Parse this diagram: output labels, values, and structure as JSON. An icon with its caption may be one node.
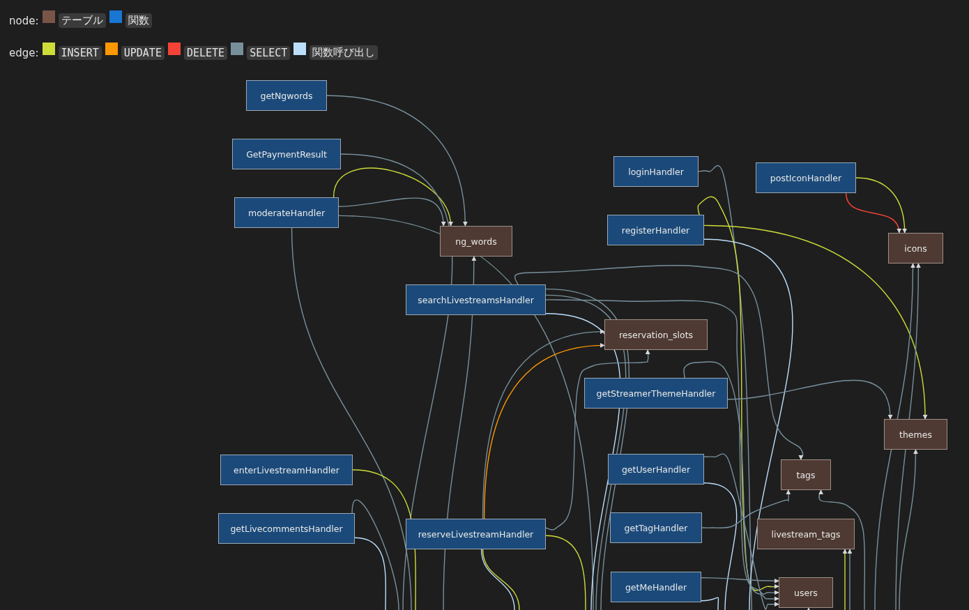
{
  "diagram": {
    "nodes": [
      {
        "text": [
          "getNgwords"
        ]
      },
      {
        "text": [
          "GetPaymentResult"
        ]
      },
      {
        "text": [
          "moderateHandler"
        ]
      },
      {
        "text": [
          "ng_words"
        ]
      },
      {
        "text": [
          "loginHandler"
        ]
      },
      {
        "text": [
          "postIconHandler"
        ]
      },
      {
        "text": [
          "registerHandler"
        ]
      },
      {
        "text": [
          "icons"
        ]
      },
      {
        "text": [
          "searchLivestreamsHandler"
        ]
      },
      {
        "text": [
          "reservation_slots"
        ]
      },
      {
        "text": [
          "getStreamerThemeHandler"
        ]
      },
      {
        "text": [
          "themes"
        ]
      },
      {
        "text": [
          "enterLivestreamHandler"
        ]
      },
      {
        "text": [
          "getUserHandler"
        ]
      },
      {
        "text": [
          "tags"
        ]
      },
      {
        "text": [
          "getLivecommentsHandler"
        ]
      },
      {
        "text": [
          "reserveLivestreamHandler"
        ]
      },
      {
        "text": [
          "getTagHandler"
        ]
      },
      {
        "text": [
          "livestream_tags"
        ]
      },
      {
        "text": [
          "getMeHandler"
        ]
      },
      {
        "text": [
          "users"
        ]
      }
    ],
    "edges": [
      {
        "from": 0,
        "to": 3,
        "arrow": "to"
      },
      {
        "from": 2,
        "to": 3,
        "arrow": "to",
        "color": "#cddc39"
      },
      {
        "from": 2,
        "to": 3,
        "arrow": "to"
      },
      {
        "from": 2,
        "to": null,
        "arrow": "none"
      },
      {
        "from": 2,
        "to": null,
        "arrow": "none"
      },
      {
        "from": 1,
        "to": null,
        "arrow": "none"
      },
      {
        "from": null,
        "to": 3,
        "arrow": "to"
      },
      {
        "from": 5,
        "to": 7,
        "arrow": "to",
        "color": "#f44336"
      },
      {
        "from": 5,
        "to": 7,
        "arrow": "to",
        "color": "#cddc39"
      },
      {
        "from": 4,
        "to": null,
        "arrow": "none"
      },
      {
        "from": 6,
        "to": 20,
        "arrow": "to",
        "color": "#cddc39"
      },
      {
        "from": 6,
        "to": 11,
        "arrow": "to",
        "color": "#cddc39"
      },
      {
        "from": 6,
        "to": null,
        "arrow": "none",
        "color": "#bbdefb"
      },
      {
        "from": 8,
        "to": 14,
        "arrow": "to"
      },
      {
        "from": 8,
        "to": 20,
        "arrow": "to"
      },
      {
        "from": 8,
        "to": null,
        "arrow": "none"
      },
      {
        "from": 8,
        "to": null,
        "arrow": "none"
      },
      {
        "from": 8,
        "to": null,
        "arrow": "none",
        "color": "#bbdefb"
      },
      {
        "from": 16,
        "to": 9,
        "arrow": "to"
      },
      {
        "from": 16,
        "to": 9,
        "arrow": "to",
        "color": "#ff9800"
      },
      {
        "from": 16,
        "to": 9,
        "arrow": "to"
      },
      {
        "from": 16,
        "to": null,
        "arrow": "none",
        "color": "#cddc39"
      },
      {
        "from": 16,
        "to": null,
        "arrow": "none",
        "color": "#cddc39"
      },
      {
        "from": 16,
        "to": null,
        "arrow": "none",
        "color": "#bbdefb"
      },
      {
        "from": 10,
        "to": 11,
        "arrow": "to"
      },
      {
        "from": 10,
        "to": 20,
        "arrow": "to"
      },
      {
        "from": 12,
        "to": null,
        "arrow": "none",
        "color": "#cddc39"
      },
      {
        "from": 15,
        "to": null,
        "arrow": "none"
      },
      {
        "from": 15,
        "to": null,
        "arrow": "none",
        "color": "#bbdefb"
      },
      {
        "from": 13,
        "to": 20,
        "arrow": "to"
      },
      {
        "from": 13,
        "to": null,
        "arrow": "none",
        "color": "#bbdefb"
      },
      {
        "from": 17,
        "to": 14,
        "arrow": "to"
      },
      {
        "from": null,
        "to": 14,
        "arrow": "to"
      },
      {
        "from": null,
        "to": 18,
        "arrow": "to",
        "color": "#cddc39"
      },
      {
        "from": null,
        "to": 18,
        "arrow": "to"
      },
      {
        "from": 19,
        "to": 20,
        "arrow": "to"
      },
      {
        "from": 19,
        "to": null,
        "arrow": "none",
        "color": "#bbdefb"
      },
      {
        "from": null,
        "to": 7,
        "arrow": "to"
      },
      {
        "from": null,
        "to": 7,
        "arrow": "to"
      },
      {
        "from": null,
        "to": 11,
        "arrow": "to"
      },
      {
        "from": null,
        "to": 20,
        "arrow": "to"
      }
    ],
    "labels": [
      "node:",
      "edge:"
    ],
    "legend": [
      {
        "text": "テーブル",
        "color": "#795548"
      },
      {
        "text": "関数",
        "color": "#1976d2"
      },
      {
        "text": "INSERT",
        "color": "#cddc39"
      },
      {
        "text": "UPDATE",
        "color": "#ff9800"
      },
      {
        "text": "DELETE",
        "color": "#f44336"
      },
      {
        "text": "SELECT",
        "color": "#78909c"
      },
      {
        "text": "関数呼び出し",
        "color": "#bbdefb"
      }
    ]
  }
}
